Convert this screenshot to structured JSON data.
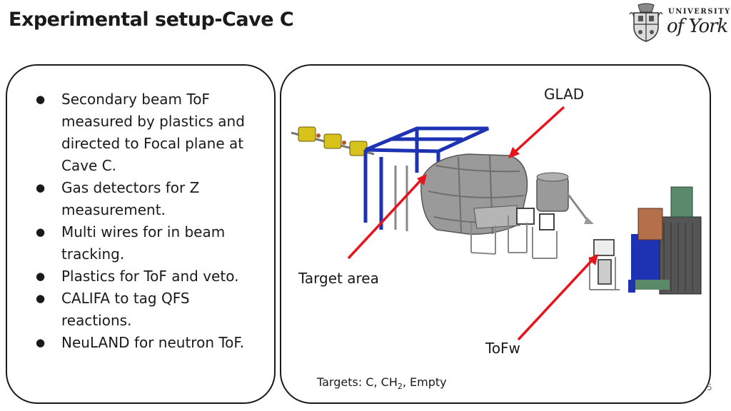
{
  "slide": {
    "title": "Experimental setup-Cave C",
    "page_number": "5"
  },
  "logo": {
    "line1": "UNIVERSITY",
    "line2": "of York"
  },
  "bullets": [
    "Secondary beam ToF measured by plastics and directed to Focal plane at Cave C.",
    "Gas detectors for Z measurement.",
    "Multi wires for in beam tracking.",
    "Plastics for ToF and veto.",
    "CALIFA to tag QFS reactions.",
    "NeuLAND for neutron ToF."
  ],
  "figure": {
    "labels": {
      "glad": "GLAD",
      "target_area": "Target area",
      "tofw": "ToFw"
    },
    "targets_note": {
      "prefix": "Targets: C, CH",
      "subscript": "2",
      "suffix": ", Empty"
    },
    "colors": {
      "arrow": "#e8141c",
      "frame": "#1e32b4",
      "magnet_yellow": "#d7c21c",
      "magnet_body": "#9a9a9a",
      "panel_copper": "#b4704a",
      "panel_green": "#5a8a6a"
    }
  }
}
